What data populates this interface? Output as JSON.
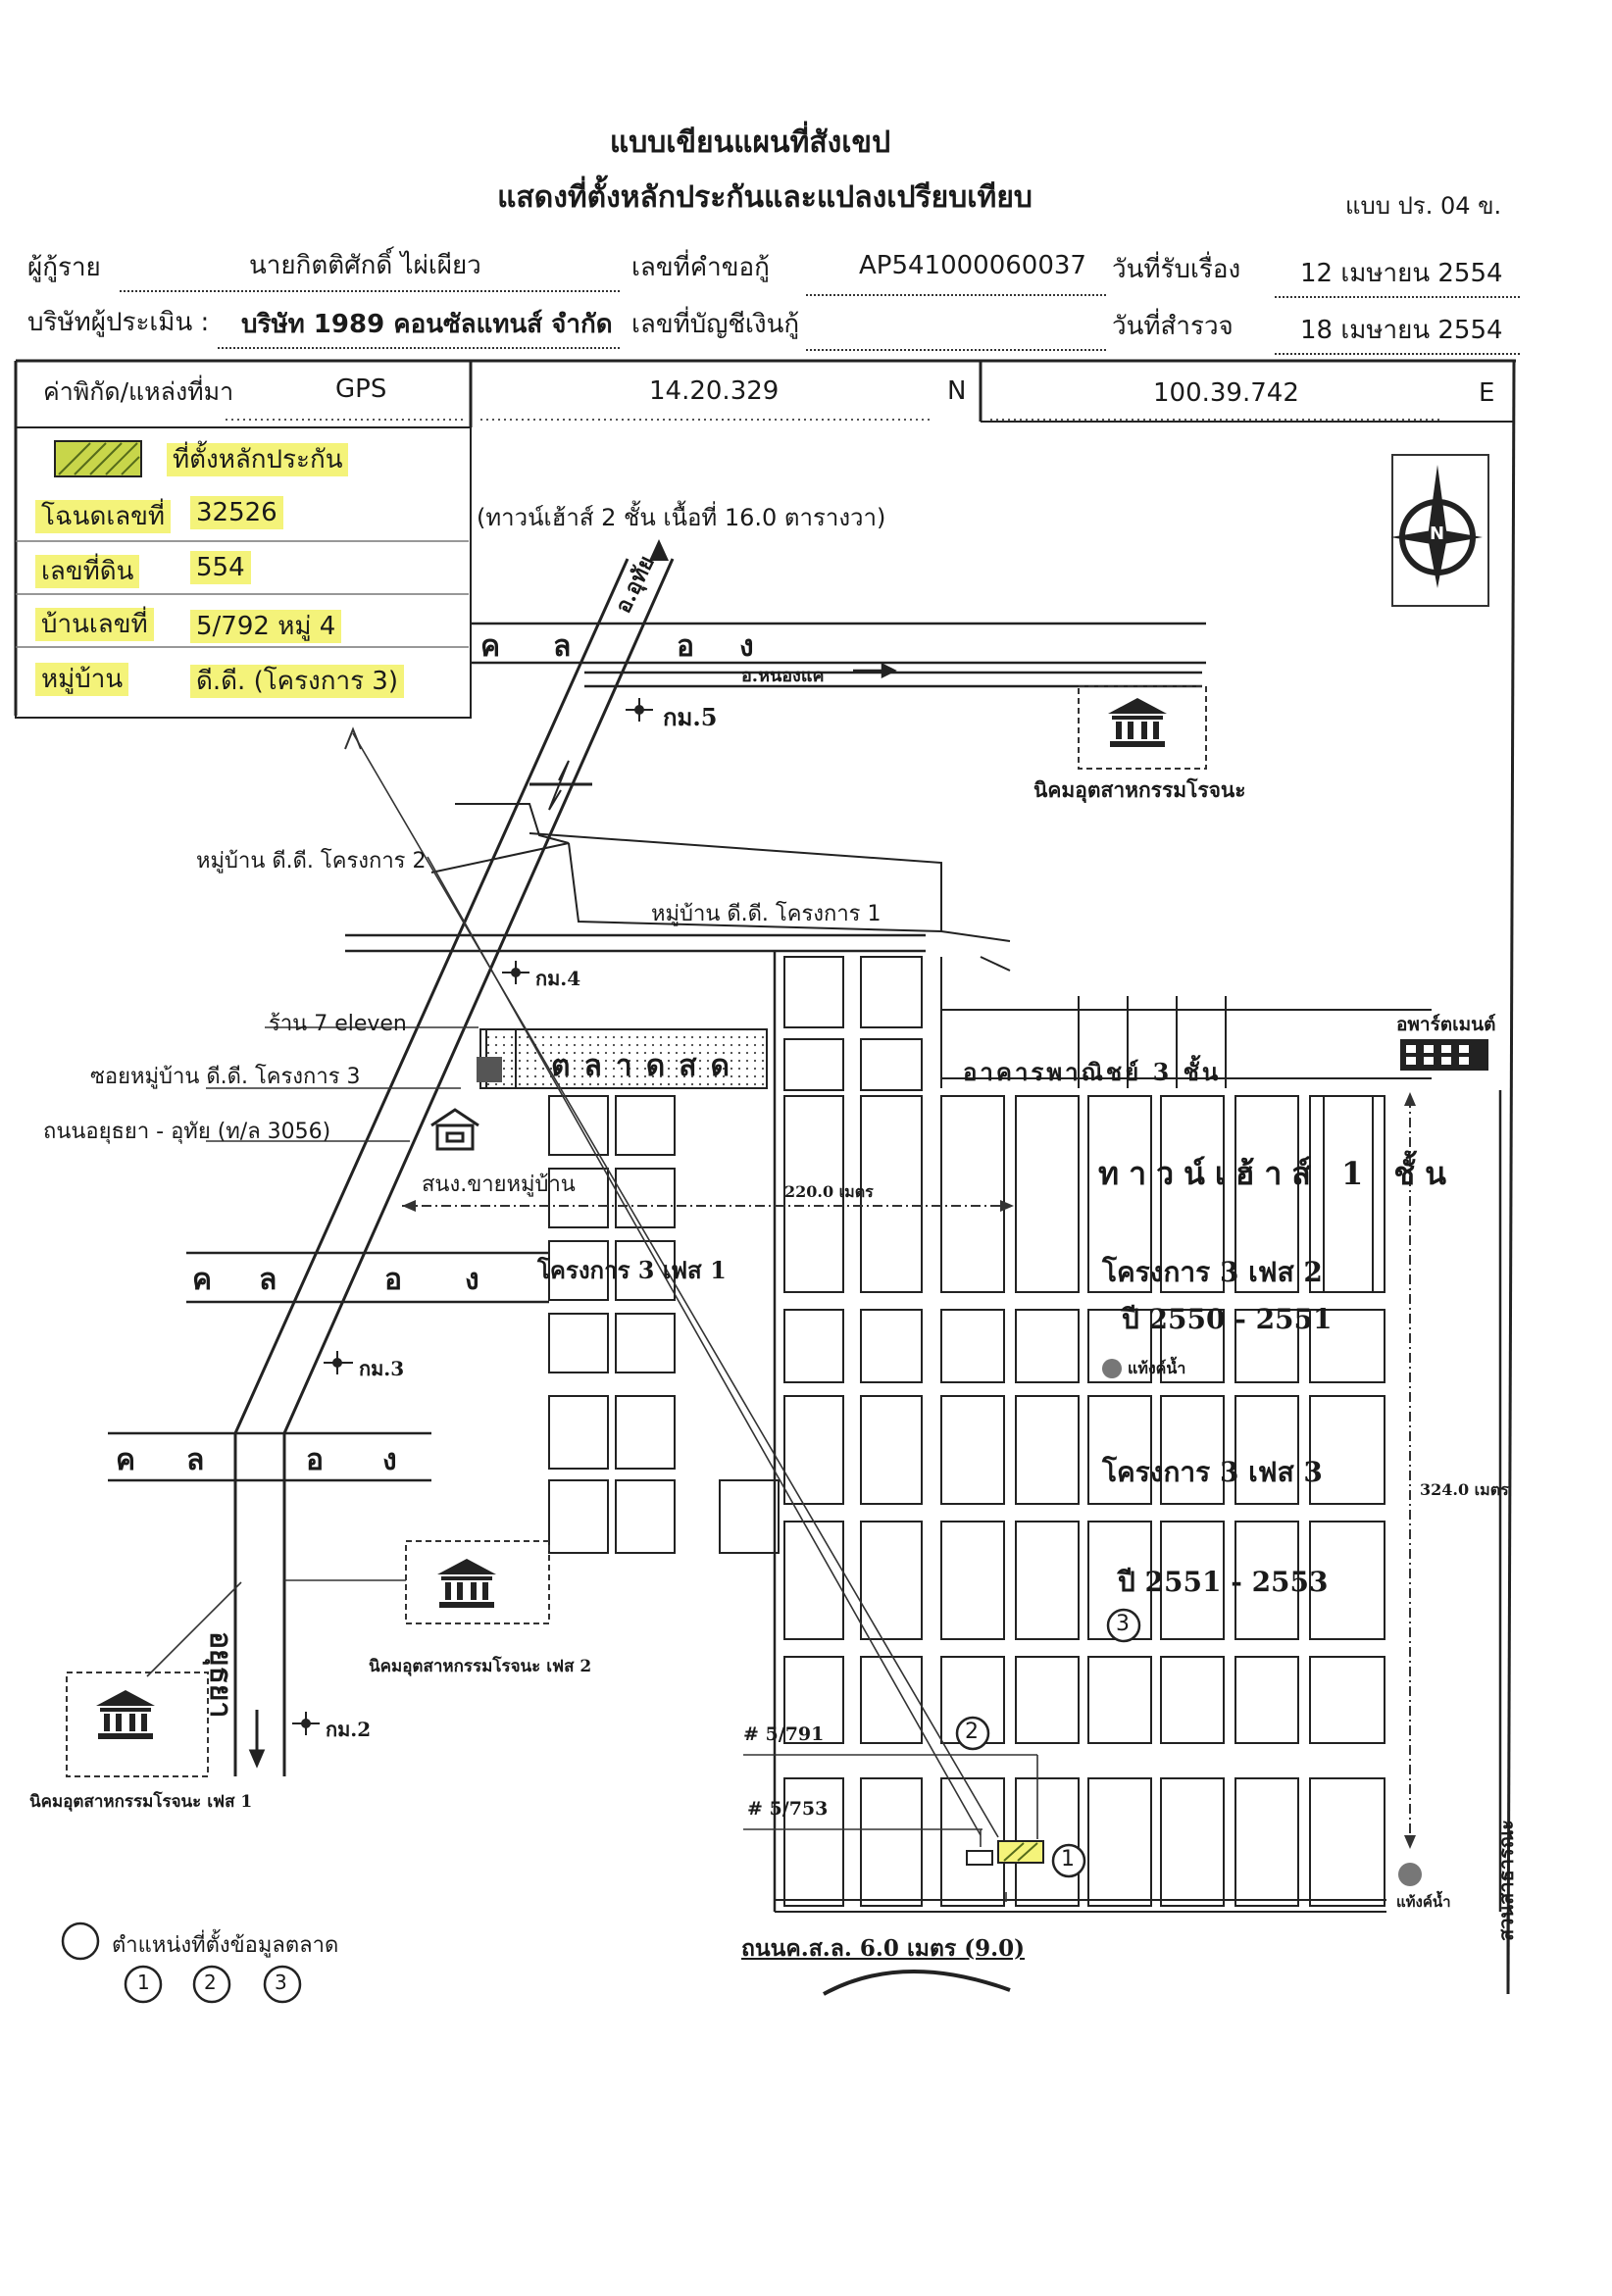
{
  "header": {
    "title": "แบบเขียนแผนที่สังเขป",
    "subtitle": "แสดงที่ตั้งหลักประกันและแปลงเปรียบเทียบ",
    "form_code": "แบบ ปร. 04 ข."
  },
  "form": {
    "borrower_label": "ผู้กู้ราย",
    "borrower_value": "นายกิตติศักดิ์   ไผ่เผียว",
    "request_no_label": "เลขที่คำขอกู้",
    "request_no_value": "AP541000060037",
    "received_label": "วันที่รับเรื่อง",
    "received_value": "12 เมษายน 2554",
    "appraiser_label": "บริษัทผู้ประเมิน :",
    "appraiser_value": "บริษัท 1989 คอนซัลแทนส์ จำกัด",
    "account_label": "เลขที่บัญชีเงินกู้",
    "account_value": "",
    "survey_label": "วันที่สำรวจ",
    "survey_value": "18 เมษายน 2554"
  },
  "coords": {
    "label": "ค่าพิกัด/แหล่งที่มา",
    "source": "GPS",
    "lat": "14.20.329",
    "lat_dir": "N",
    "lon": "100.39.742",
    "lon_dir": "E"
  },
  "legend": {
    "collateral_label": "ที่ตั้งหลักประกัน",
    "deed_label": "โฉนดเลขที่",
    "deed_value": "32526",
    "land_label": "เลขที่ดิน",
    "land_value": "554",
    "house_label": "บ้านเลขที่",
    "house_value": "5/792  หมู่ 4",
    "village_label": "หมู่บ้าน",
    "village_value": "ดี.ดี. (โครงการ 3)",
    "highlight_color": "#f4f37a"
  },
  "map": {
    "townhouse_note": "(ทาวน์เฮ้าส์ 2 ชั้น  เนื้อที่ 16.0 ตารางวา)",
    "canal": [
      "ค",
      "ล",
      "อ",
      "ง"
    ],
    "road_uthai": "อ.อุทัย",
    "road_nongkhae": "อ.หนองแค",
    "km5": "กม.5",
    "km4": "กม.4",
    "km3": "กม.3",
    "km2": "กม.2",
    "industrial_estate": "นิคมอุตสาหกรรมโรจนะ",
    "village_proj2": "หมู่บ้าน ดี.ดี. โครงการ 2",
    "village_proj1": "หมู่บ้าน ดี.ดี. โครงการ 1",
    "seven_eleven": "ร้าน 7 eleven",
    "soi_proj3": "ซอยหมู่บ้าน ดี.ดี. โครงการ 3",
    "road_3056": "ถนนอยุธยา - อุทัย (ท/ล 3056)",
    "office": "สนง.ขายหมู่บ้าน",
    "market": "ตลาดสด",
    "commercial": "อาคารพาณิชย์ 3 ชั้น",
    "apartment": "อพาร์ตเมนต์",
    "townhouse1": "ทาวน์เฮ้าส์ 1 ชั้น",
    "dist_220": "220.0 เมตร",
    "dist_324": "324.0 เมตร",
    "phase1": "โครงการ 3 เฟส 1",
    "phase2": "โครงการ 3 เฟส 2",
    "phase2_years": "ปี 2550 - 2551",
    "water_tank": "แท้งค์น้ำ",
    "phase3": "โครงการ 3 เฟส 3",
    "phase3_years": "ปี 2551 - 2553",
    "ayutthaya": "อยุธยา",
    "industrial_phase2": "นิคมอุตสาหกรรมโรจนะ เฟส 2",
    "industrial_phase1": "นิคมอุตสาหกรรมโรจนะ เฟส 1",
    "house_5791": "# 5/791",
    "house_5753": "# 5/753",
    "park": "สวนสาธารณะ",
    "street": "ถนนค.ส.ล. 6.0 เมตร (9.0)",
    "market_data_label": "ตำแหน่งที่ตั้งข้อมูลตลาด",
    "markers": [
      "1",
      "2",
      "3"
    ],
    "north": "N"
  }
}
